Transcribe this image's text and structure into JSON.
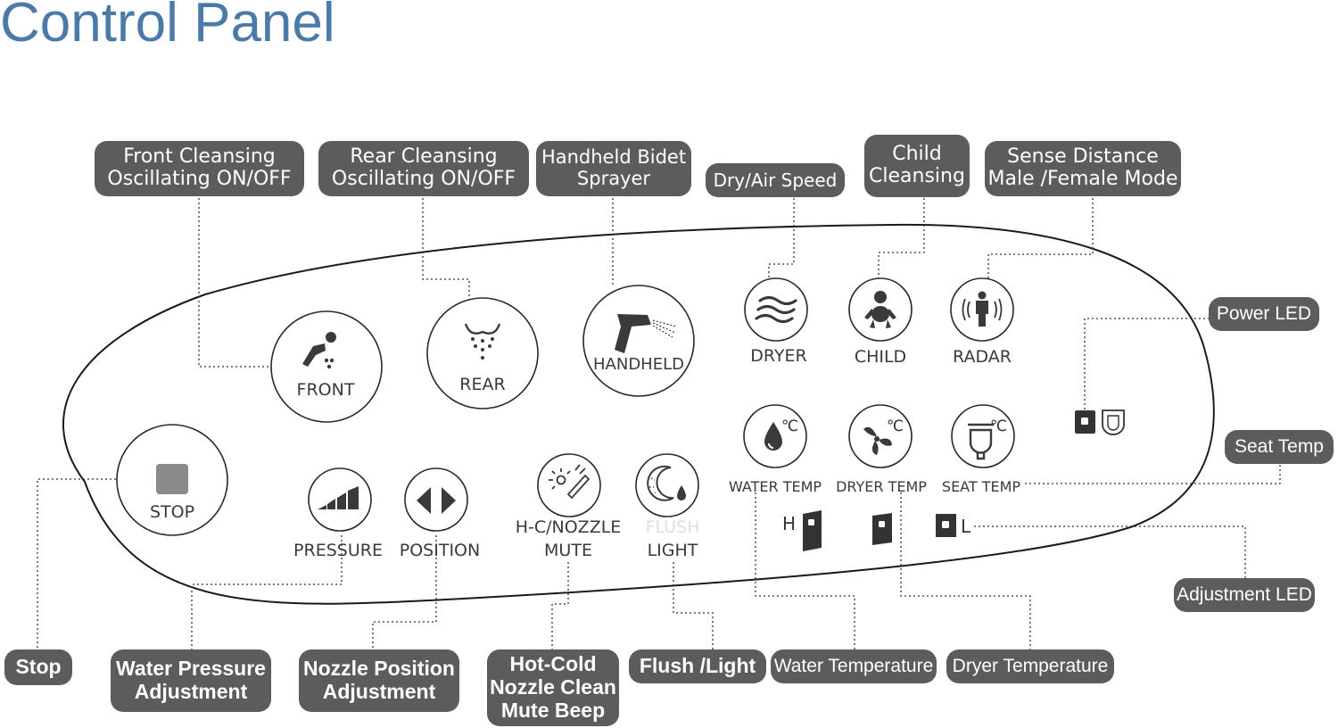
{
  "title": "Control Panel",
  "colors": {
    "title": "#4a7aa8",
    "label_bg": "#5c5c5c",
    "outline": "#1a1a1a",
    "icon": "#3a3a3a",
    "stop_square": "#8a8a8a"
  },
  "buttons": {
    "front": "FRONT",
    "rear": "REAR",
    "handheld": "HANDHELD",
    "dryer": "DRYER",
    "child": "CHILD",
    "radar": "RADAR",
    "stop": "STOP",
    "pressure": "PRESSURE",
    "position": "POSITION",
    "hc_nozzle": "H-C/NOZZLE",
    "mute": "MUTE",
    "flush": "FLUSH",
    "light": "LIGHT",
    "water_temp": "WATER TEMP",
    "dryer_temp": "DRYER TEMP",
    "seat_temp": "SEAT TEMP",
    "led_high": "H",
    "led_low": "L",
    "celsius": "℃"
  },
  "labels": {
    "front_cleansing": [
      "Front Cleansing",
      "Oscillating ON/OFF"
    ],
    "rear_cleansing": [
      "Rear Cleansing",
      "Oscillating ON/OFF"
    ],
    "handheld_bidet": [
      "Handheld Bidet",
      "Sprayer"
    ],
    "dry_air_speed": "Dry/Air Speed",
    "child_cleansing": [
      "Child",
      "Cleansing"
    ],
    "sense_distance": [
      "Sense Distance",
      "Male /Female Mode"
    ],
    "power_led": "Power LED",
    "seat_temp": "Seat Temp",
    "adjustment_led": "Adjustment LED",
    "stop": "Stop",
    "water_pressure": [
      "Water Pressure",
      "Adjustment"
    ],
    "nozzle_position": [
      "Nozzle Position",
      "Adjustment"
    ],
    "hot_cold": [
      "Hot-Cold",
      "Nozzle Clean",
      "Mute Beep"
    ],
    "flush_light": "Flush /Light",
    "water_temperature": "Water Temperature",
    "dryer_temperature": "Dryer Temperature"
  }
}
